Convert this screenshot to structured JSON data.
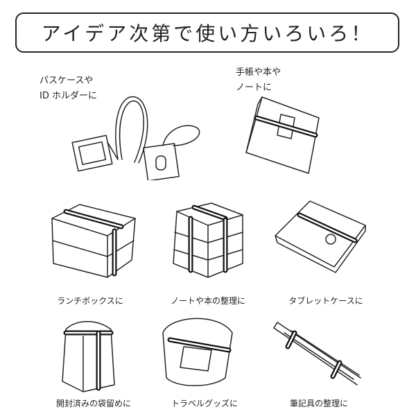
{
  "header": {
    "title": "アイデア次第で使い方いろいろ！"
  },
  "uses": {
    "pass_case": {
      "line1": "パスケースや",
      "line2": "ID ホルダーに"
    },
    "notebook": {
      "line1": "手帳や本や",
      "line2": "ノートに"
    },
    "lunch_box": "ランチボックスに",
    "note_book_org": "ノートや本の整理に",
    "tablet_case": "タブレットケースに",
    "bag_clip": "開封済みの袋留めに",
    "travel_goods": "トラベルグッズに",
    "stationery": "筆記具の整理に"
  }
}
